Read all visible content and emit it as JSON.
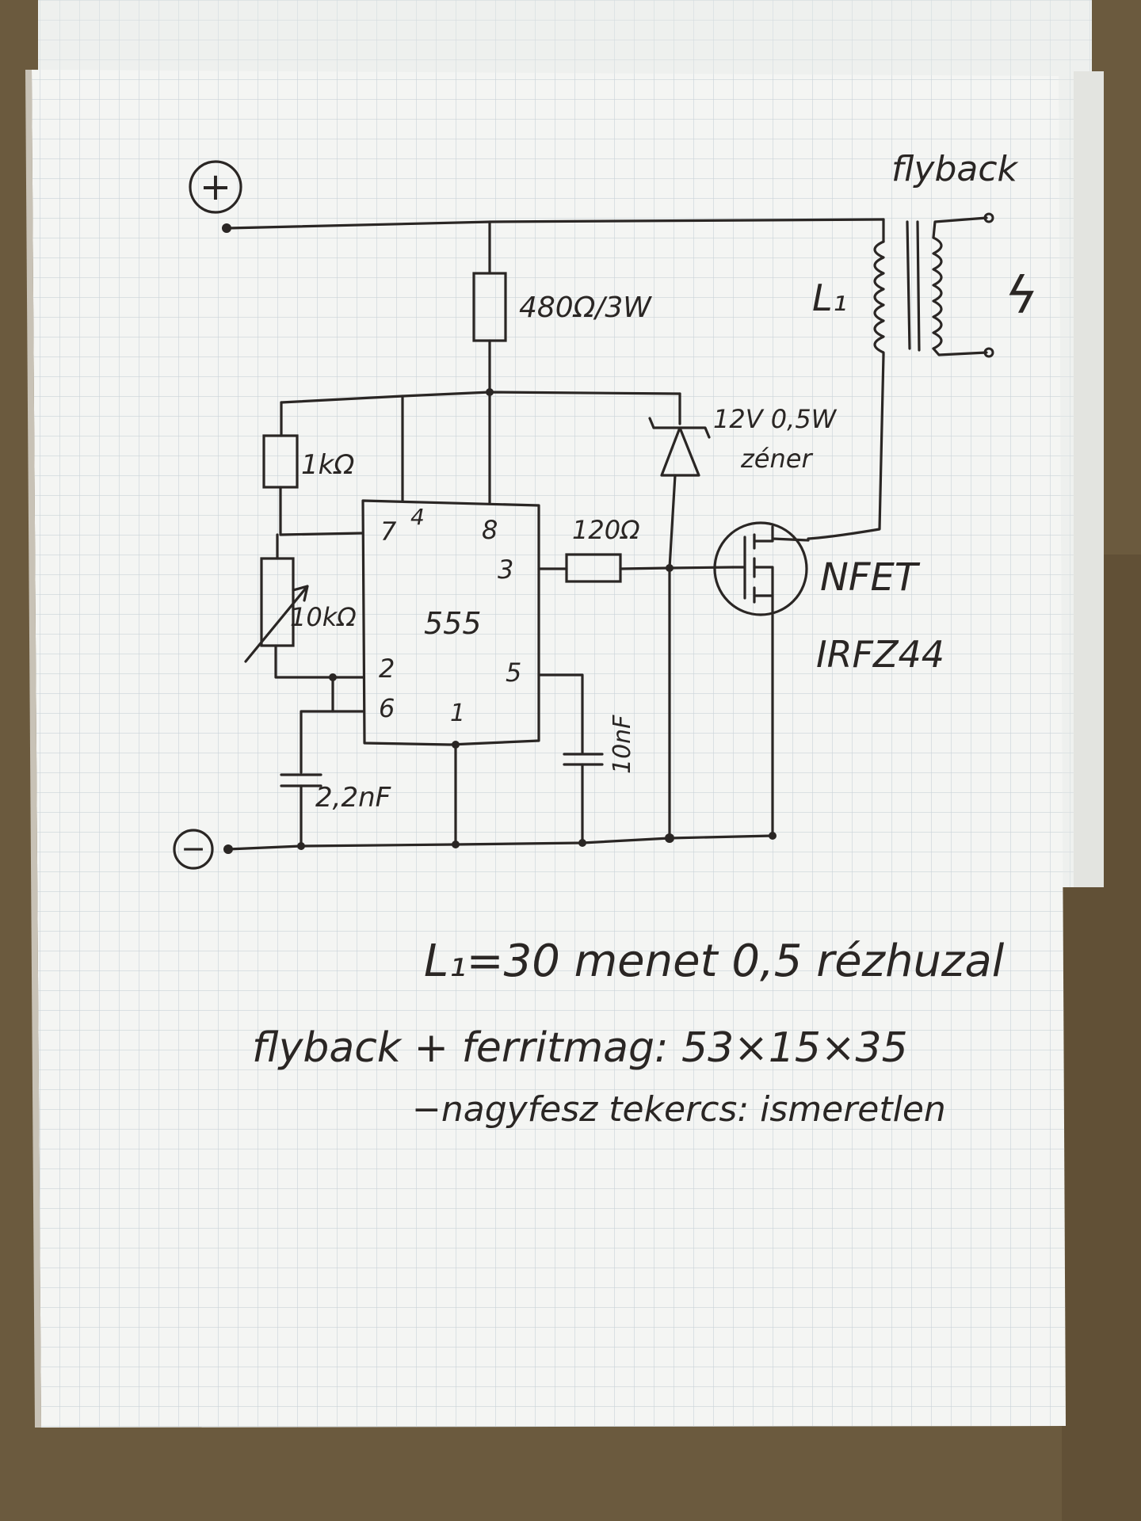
{
  "schematic": {
    "terminals": {
      "positive": "+",
      "negative": "−"
    },
    "flyback_label": "flyback",
    "inductor_label": "L₁",
    "spark_symbol": "ϟ",
    "resistor_top": "480Ω/3W",
    "resistor_1k": "1kΩ",
    "potentiometer": "10kΩ",
    "capacitor_timing": "2,2nF",
    "capacitor_ctrl": "10nF",
    "resistor_gate": "120Ω",
    "zener_label_line1": "12V 0,5W",
    "zener_label_line2": "zéner",
    "chip": {
      "name": "555",
      "pin_7": "7",
      "pin_4": "4",
      "pin_8": "8",
      "pin_3": "3",
      "pin_2": "2",
      "pin_6": "6",
      "pin_5": "5",
      "pin_1": "1"
    },
    "transistor_type": "NFET",
    "transistor_model": "IRFZ44"
  },
  "notes": {
    "line1": "L₁=30 menet 0,5 rézhuzal",
    "line2": "flyback + ferritmag: 53×15×35",
    "line3": "−nagyfesz tekercs: ismeretlen"
  },
  "colors": {
    "ink": "#2a2624",
    "paper": "#f4f5f3",
    "grid": "#c9d2d8",
    "wood": "#6b5a3e"
  }
}
